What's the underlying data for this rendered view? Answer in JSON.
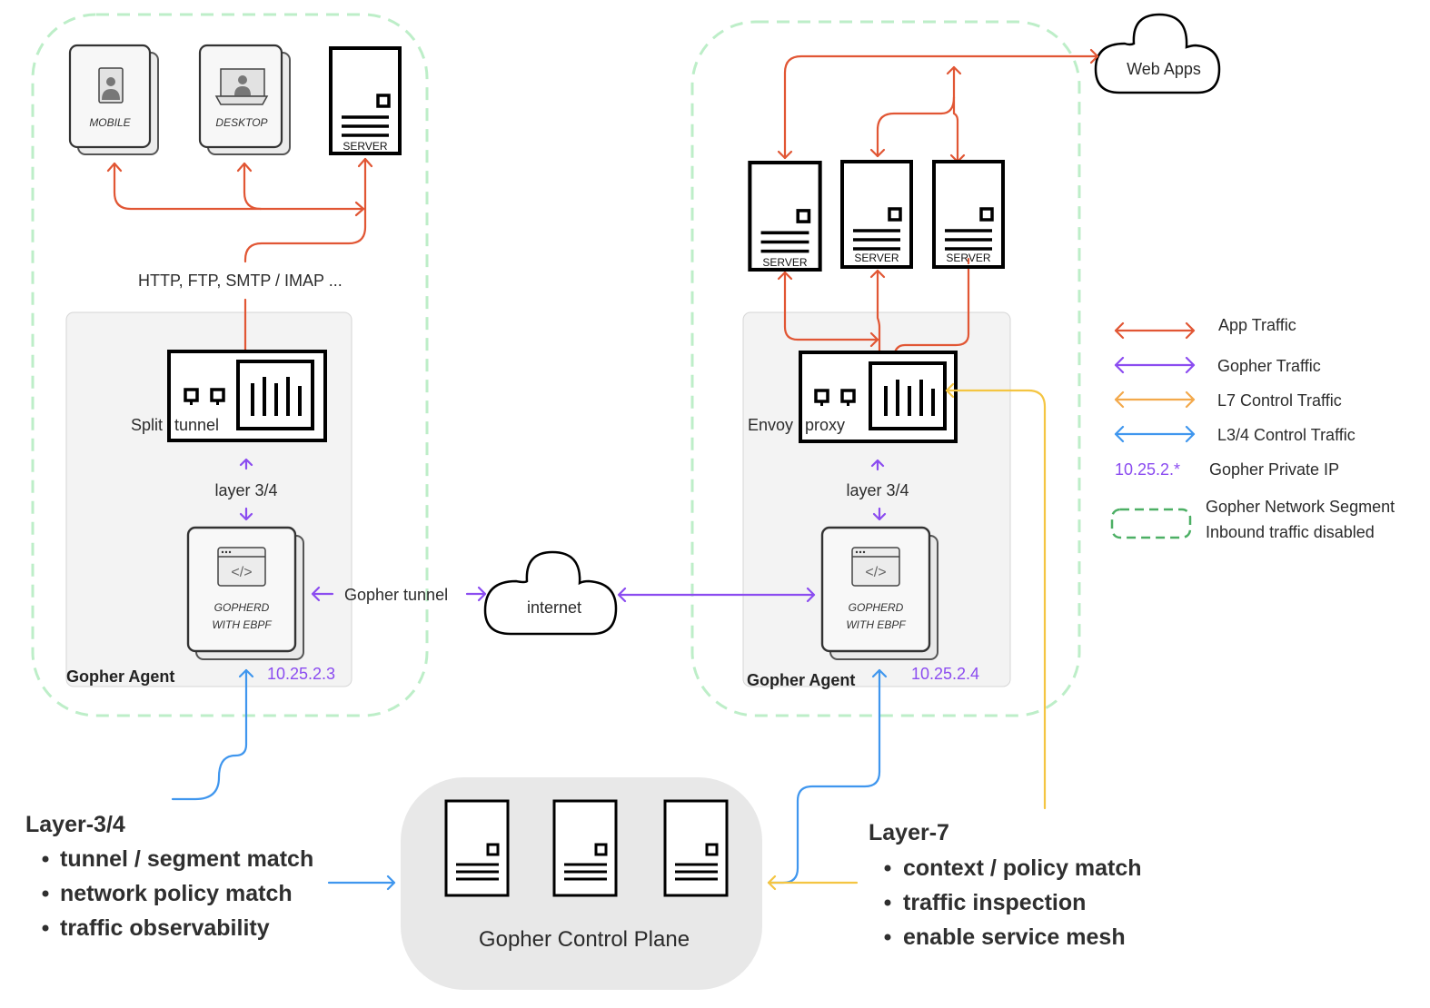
{
  "colors": {
    "app_traffic": "#e15634",
    "gopher_traffic": "#8b4cf0",
    "l7_control": "#f3a94b",
    "l34_control": "#3f96ee",
    "segment": "#4caf64",
    "private_ip": "#8b4cf0"
  },
  "left_segment": {
    "devices": [
      {
        "label": "MOBILE",
        "icon": "mobile-device-icon"
      },
      {
        "label": "DESKTOP",
        "icon": "desktop-device-icon"
      },
      {
        "label": "SERVER",
        "icon": "server-icon"
      }
    ],
    "protocols_label": "HTTP, FTP, SMTP / IMAP ...",
    "agent": {
      "title": "Gopher Agent",
      "proxy_label_left": "Split",
      "proxy_label_right": "tunnel",
      "layer_label": "layer 3/4",
      "daemon_line1": "GOPHERD",
      "daemon_line2": "WITH EBPF",
      "ip": "10.25.2.3"
    }
  },
  "tunnel": {
    "label": "Gopher tunnel",
    "cloud_label": "internet"
  },
  "right_segment": {
    "web_apps_label": "Web Apps",
    "servers": [
      {
        "label": "SERVER"
      },
      {
        "label": "SERVER"
      },
      {
        "label": "SERVER"
      }
    ],
    "agent": {
      "title": "Gopher Agent",
      "proxy_label_left": "Envoy",
      "proxy_label_right": "proxy",
      "layer_label": "layer 3/4",
      "daemon_line1": "GOPHERD",
      "daemon_line2": "WITH EBPF",
      "ip": "10.25.2.4"
    }
  },
  "control_plane": {
    "title": "Gopher Control Plane",
    "server_count": 3
  },
  "layer34": {
    "title": "Layer-3/4",
    "bullets": [
      "tunnel / segment match",
      "network policy match",
      "traffic observability"
    ]
  },
  "layer7": {
    "title": "Layer-7",
    "bullets": [
      "context / policy  match",
      "traffic inspection",
      "enable service mesh"
    ]
  },
  "legend": {
    "items": [
      {
        "label": "App Traffic",
        "type": "arrow",
        "color": "#e15634"
      },
      {
        "label": "Gopher Traffic",
        "type": "arrow",
        "color": "#8b4cf0"
      },
      {
        "label": "L7 Control Traffic",
        "type": "arrow",
        "color": "#f3a94b"
      },
      {
        "label": "L3/4 Control Traffic",
        "type": "arrow",
        "color": "#3f96ee"
      }
    ],
    "ip_sample": "10.25.2.*",
    "ip_label": "Gopher Private IP",
    "segment_line1": "Gopher Network Segment",
    "segment_line2": "Inbound traffic disabled"
  }
}
